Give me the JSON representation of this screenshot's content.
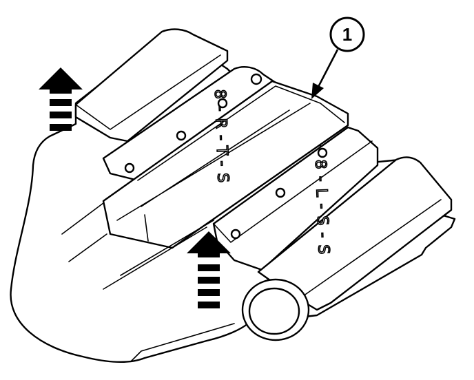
{
  "callout": {
    "label": "1"
  },
  "emboss": {
    "left": "8-R-T-S",
    "right": "8-L-S-S"
  },
  "colors": {
    "line": "#000000",
    "background": "#ffffff"
  },
  "icons": {
    "arrow_left": "lift-arrow-icon",
    "arrow_right": "lift-arrow-icon"
  }
}
